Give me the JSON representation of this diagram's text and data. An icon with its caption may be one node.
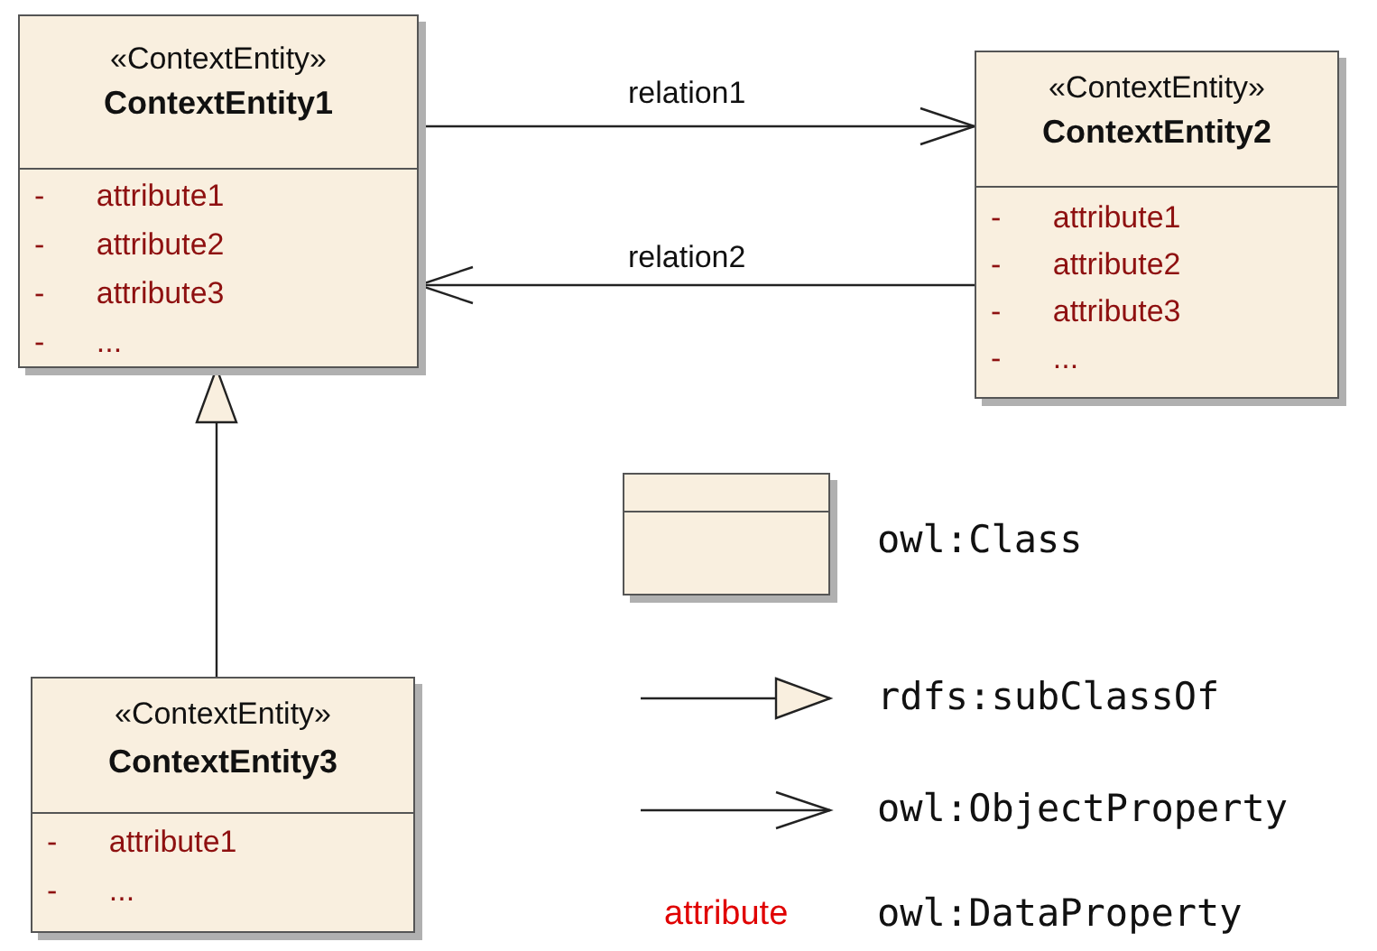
{
  "diagram": {
    "nodes": [
      {
        "text": [
          "«ContextEntity»",
          "ContextEntity1",
          "- attribute1",
          "- attribute2",
          "- attribute3",
          "- ..."
        ]
      },
      {
        "text": [
          "«ContextEntity»",
          "ContextEntity2",
          "- attribute1",
          "- attribute2",
          "- attribute3",
          "- ..."
        ]
      },
      {
        "text": [
          "«ContextEntity»",
          "ContextEntity3",
          "- attribute1",
          "- ..."
        ]
      }
    ],
    "edges": [
      {
        "from": 0,
        "to": 1,
        "arrow": "to",
        "label": "relation1"
      },
      {
        "from": 1,
        "to": 0,
        "arrow": "to",
        "label": "relation2"
      },
      {
        "from": 2,
        "to": 0,
        "arrow": "to"
      }
    ],
    "labels": [
      "attribute"
    ],
    "legend": [
      {
        "text": "owl:Class"
      },
      {
        "text": "rdfs:subClassOf"
      },
      {
        "text": "owl:ObjectProperty"
      },
      {
        "text": "owl:DataProperty"
      }
    ]
  }
}
